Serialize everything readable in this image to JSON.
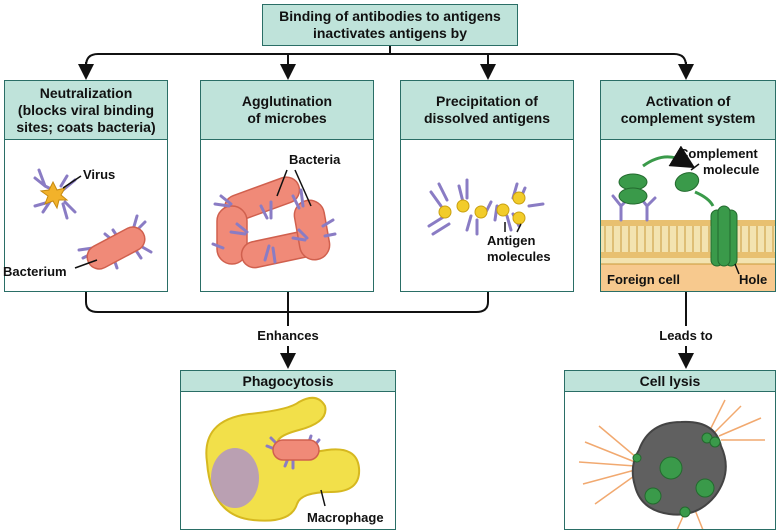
{
  "title": {
    "line1": "Binding of antibodies to antigens",
    "line2": "inactivates antigens by"
  },
  "mechanisms": [
    {
      "line1": "Neutralization",
      "line2": "(blocks viral binding",
      "line3": "sites; coats bacteria)"
    },
    {
      "line1": "Agglutination",
      "line2": "of microbes"
    },
    {
      "line1": "Precipitation of",
      "line2": "dissolved antigens"
    },
    {
      "line1": "Activation of",
      "line2": "complement system"
    }
  ],
  "labels": {
    "virus": "Virus",
    "bacterium": "Bacterium",
    "bacteria": "Bacteria",
    "antigen_line1": "Antigen",
    "antigen_line2": "molecules",
    "complement_line1": "Complement",
    "complement_line2": "molecule",
    "foreign_cell": "Foreign cell",
    "hole": "Hole",
    "enhances": "Enhances",
    "leads_to": "Leads to",
    "phagocytosis": "Phagocytosis",
    "macrophage": "Macrophage",
    "cell_lysis": "Cell lysis"
  },
  "colors": {
    "header_fill": "#bfe3da",
    "border": "#2a6e66",
    "antibody": "#8a7cc4",
    "bacteria": "#f08a78",
    "antigen": "#f2cc2a",
    "complement": "#3a9a4a",
    "macrophage": "#f2e04a",
    "membrane": "#e8c070"
  }
}
